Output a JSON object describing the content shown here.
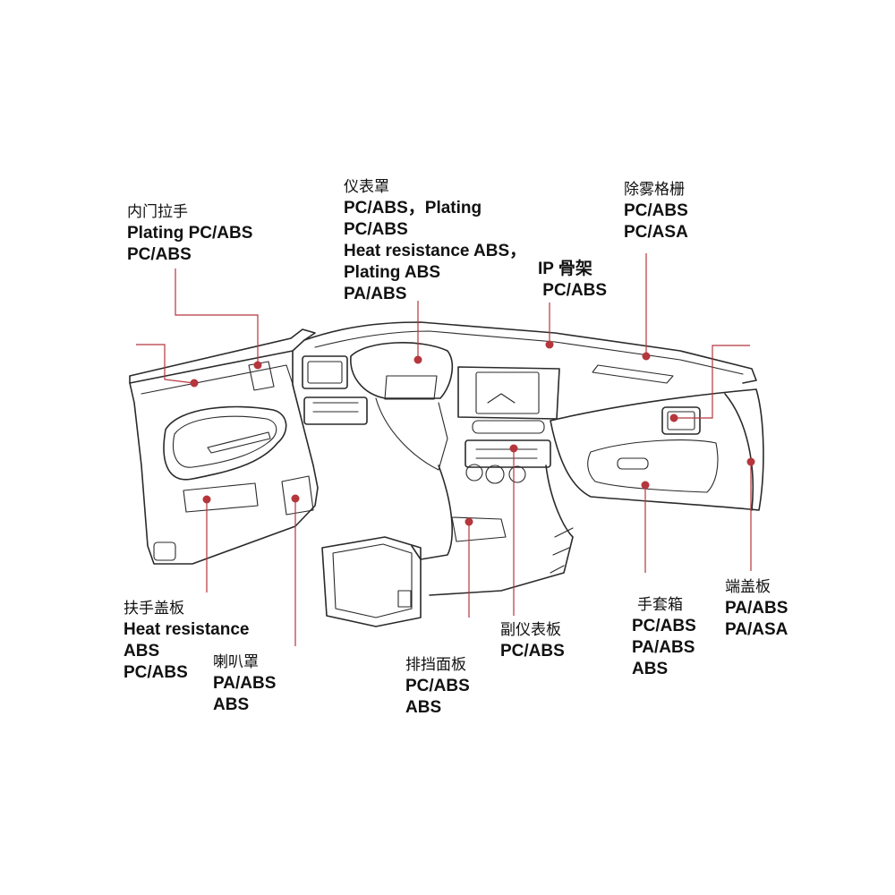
{
  "colors": {
    "accent": "#b5363c",
    "ink": "#111111",
    "outline": "#2a2a2a"
  },
  "callouts": [
    {
      "id": "inner-door-handle",
      "title": "内门拉手",
      "lines": [
        "Plating PC/ABS",
        "PC/ABS"
      ]
    },
    {
      "id": "instrument-cover",
      "title": "仪表罩",
      "lines": [
        "PC/ABS，Plating",
        "PC/ABS",
        "Heat resistance ABS，",
        "Plating ABS",
        "PA/ABS"
      ]
    },
    {
      "id": "ip-frame",
      "title": "IP 骨架",
      "lines": [
        " PC/ABS"
      ]
    },
    {
      "id": "defrost-grille",
      "title": "除雾格栅",
      "lines": [
        "PC/ABS",
        "PC/ASA"
      ]
    },
    {
      "id": "armrest-cover",
      "title": "扶手盖板",
      "lines": [
        "Heat resistance",
        "ABS",
        "PC/ABS"
      ]
    },
    {
      "id": "speaker-grille",
      "title": "喇叭罩",
      "lines": [
        "PA/ABS",
        "ABS"
      ]
    },
    {
      "id": "shift-panel",
      "title": "排挡面板",
      "lines": [
        "PC/ABS",
        "ABS"
      ]
    },
    {
      "id": "center-console-panel",
      "title": "副仪表板",
      "lines": [
        "PC/ABS"
      ]
    },
    {
      "id": "glove-box",
      "title": "手套箱",
      "lines": [
        "PC/ABS",
        "PA/ABS",
        "ABS"
      ]
    },
    {
      "id": "end-cap",
      "title": "端盖板",
      "lines": [
        "PA/ABS",
        "PA/ASA"
      ]
    }
  ]
}
